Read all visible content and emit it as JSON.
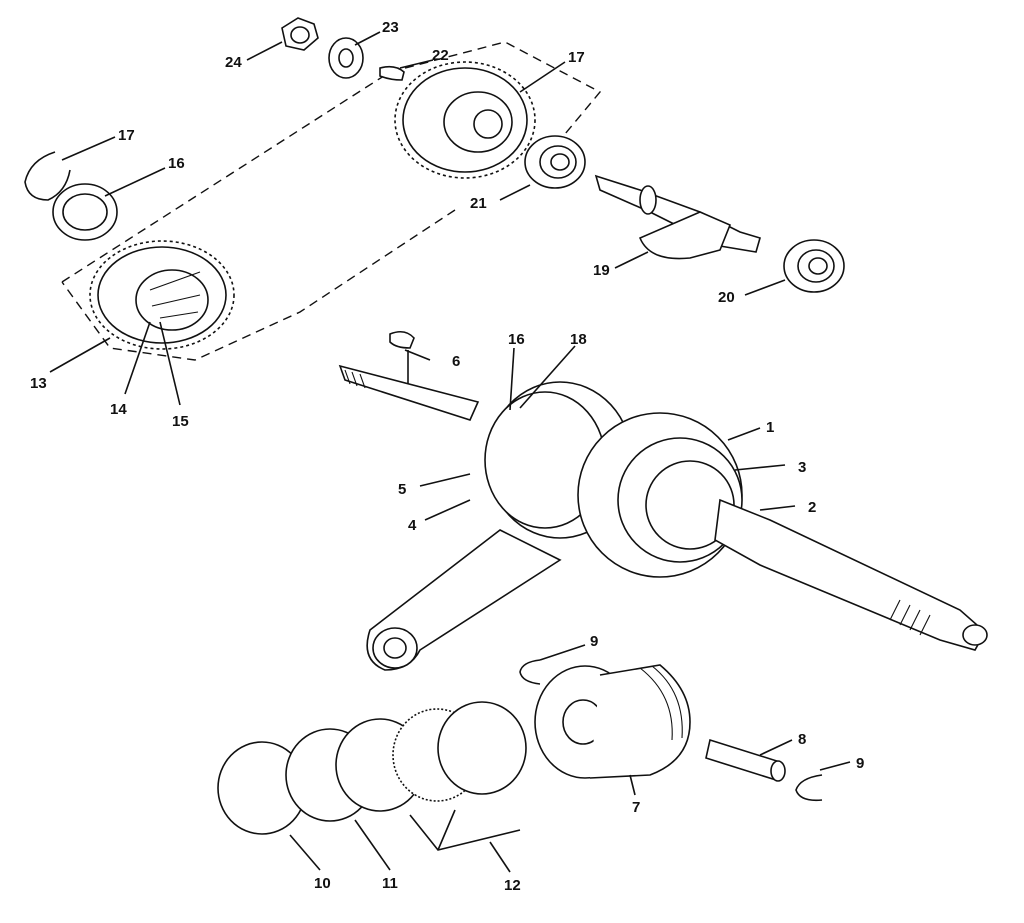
{
  "diagram": {
    "type": "exploded-parts-diagram",
    "callouts": [
      {
        "id": "c1",
        "label": "1"
      },
      {
        "id": "c2",
        "label": "2"
      },
      {
        "id": "c3",
        "label": "3"
      },
      {
        "id": "c4",
        "label": "4"
      },
      {
        "id": "c5",
        "label": "5"
      },
      {
        "id": "c6",
        "label": "6"
      },
      {
        "id": "c7",
        "label": "7"
      },
      {
        "id": "c8",
        "label": "8"
      },
      {
        "id": "c9a",
        "label": "9"
      },
      {
        "id": "c9b",
        "label": "9"
      },
      {
        "id": "c10",
        "label": "10"
      },
      {
        "id": "c11",
        "label": "11"
      },
      {
        "id": "c12",
        "label": "12"
      },
      {
        "id": "c13",
        "label": "13"
      },
      {
        "id": "c14",
        "label": "14"
      },
      {
        "id": "c15",
        "label": "15"
      },
      {
        "id": "c16a",
        "label": "16"
      },
      {
        "id": "c16b",
        "label": "16"
      },
      {
        "id": "c17a",
        "label": "17"
      },
      {
        "id": "c17b",
        "label": "17"
      },
      {
        "id": "c18",
        "label": "18"
      },
      {
        "id": "c19",
        "label": "19"
      },
      {
        "id": "c20",
        "label": "20"
      },
      {
        "id": "c21",
        "label": "21"
      },
      {
        "id": "c22",
        "label": "22"
      },
      {
        "id": "c23",
        "label": "23"
      },
      {
        "id": "c24",
        "label": "24"
      }
    ]
  }
}
